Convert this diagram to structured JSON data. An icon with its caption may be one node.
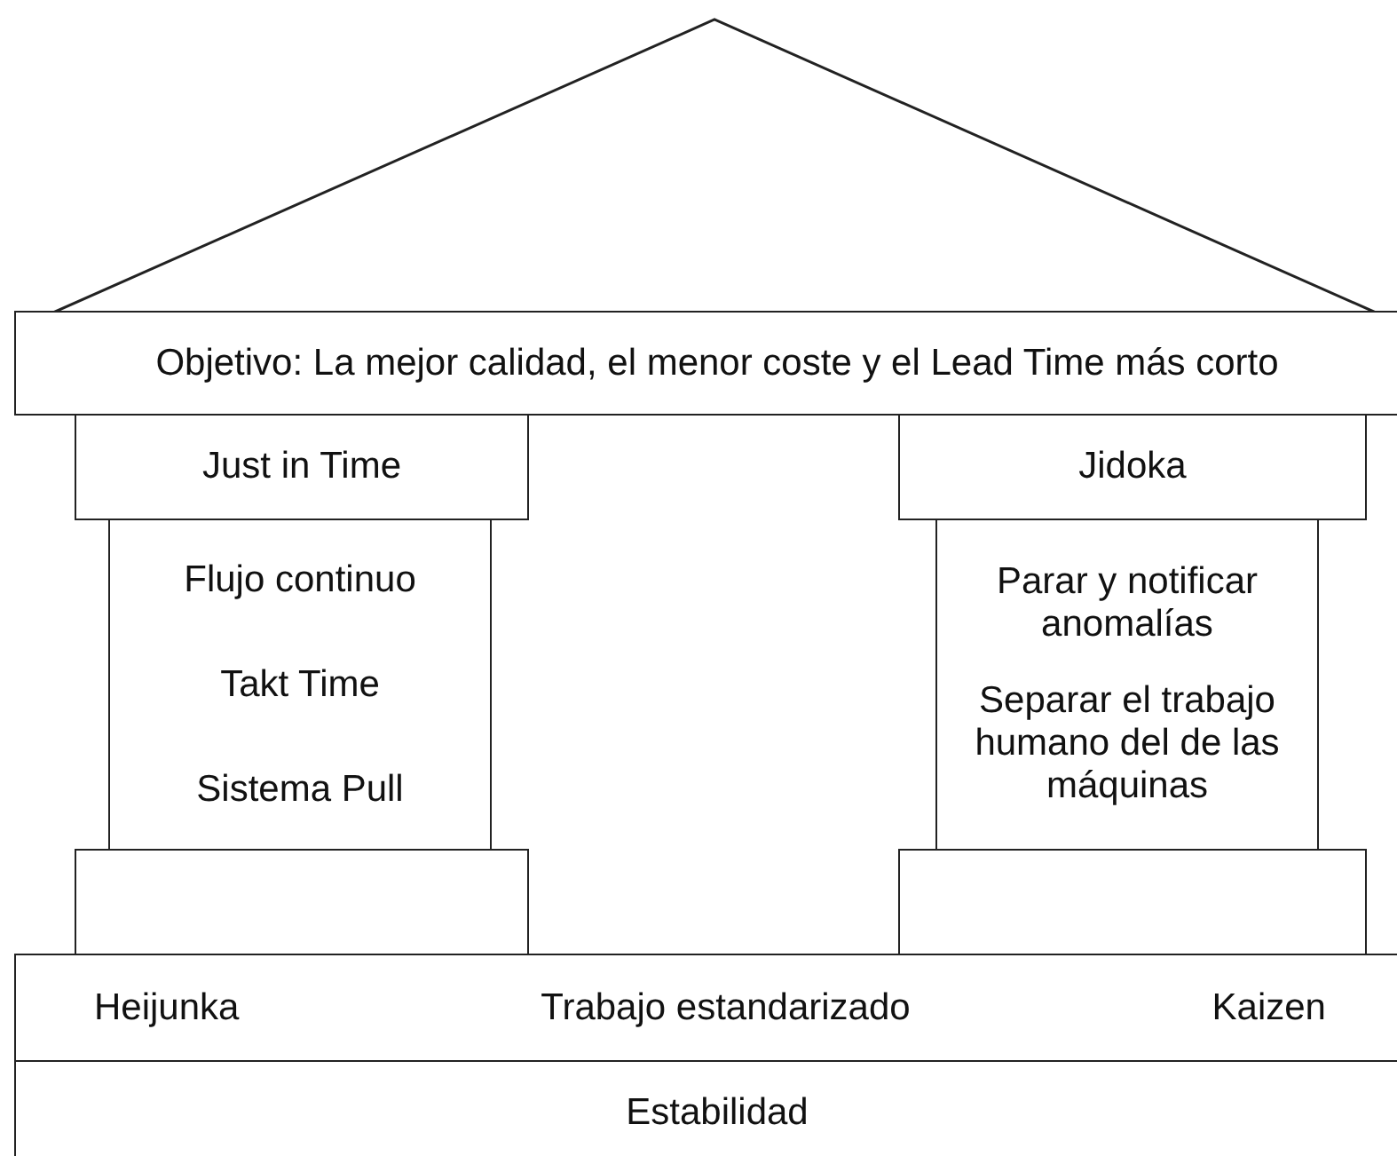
{
  "diagram": {
    "nodes": [
      {
        "text": [],
        "shape": "triangle"
      },
      {
        "text": [
          "Objetivo: La mejor calidad, el menor coste y el Lead Time más corto"
        ]
      },
      {
        "text": [
          "Just in Time"
        ]
      },
      {
        "text": [
          "Flujo continuo",
          "Takt Time",
          "Sistema Pull"
        ]
      },
      {
        "text": [],
        "shape": "box"
      },
      {
        "text": [
          "Jidoka"
        ]
      },
      {
        "text": [
          "Parar y notificar anomalías",
          "Separar el trabajo humano del de las máquinas"
        ]
      },
      {
        "text": [],
        "shape": "box"
      },
      {
        "text": [
          "Heijunka",
          "Trabajo estandarizado",
          "Kaizen"
        ]
      },
      {
        "text": [
          "Estabilidad"
        ]
      }
    ]
  }
}
